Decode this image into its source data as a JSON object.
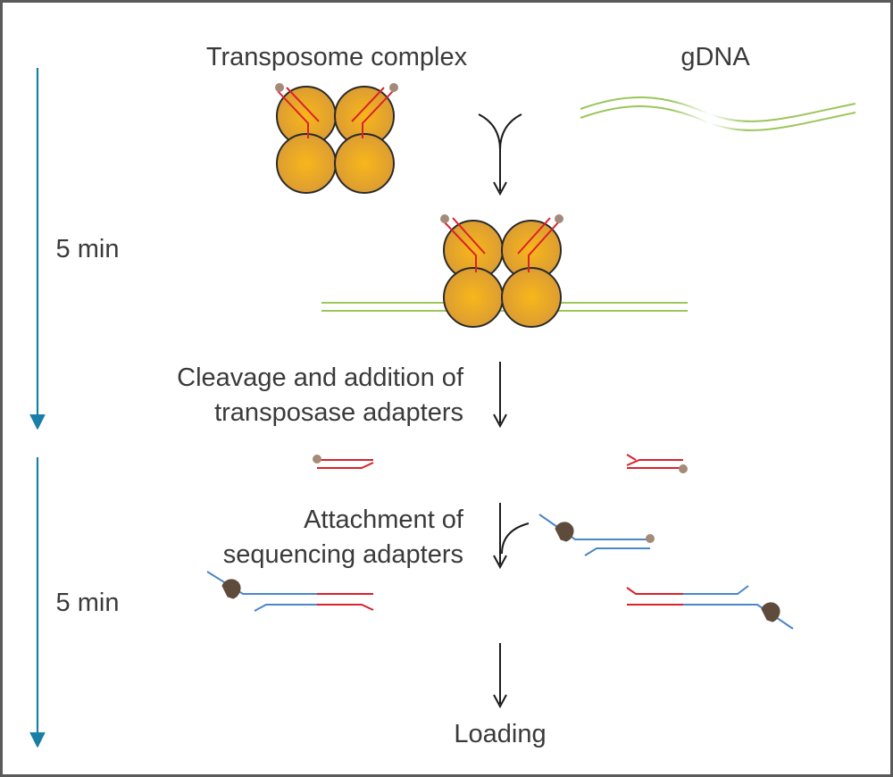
{
  "labels": {
    "transposome_complex": "Transposome complex",
    "gdna": "gDNA",
    "time_step1": "5 min",
    "time_step2": "5 min",
    "cleavage_line1": "Cleavage and addition of",
    "cleavage_line2": "transposase adapters",
    "attachment_line1": "Attachment of",
    "attachment_line2": "sequencing adapters",
    "loading": "Loading"
  },
  "colors": {
    "border": "#5a5a5a",
    "timeline_arrow": "#1a7fa6",
    "protein_fill": "#e3a22a",
    "protein_center": "#f6b51c",
    "protein_outline": "#2a2a2a",
    "adapter_red": "#d9222b",
    "gdna_green": "#9cc65a",
    "adapter_blue": "#4a86c8",
    "bead_tan": "#a48a78",
    "motor_brown": "#5e4b3b",
    "flow_arrow": "#1a1a1a"
  }
}
